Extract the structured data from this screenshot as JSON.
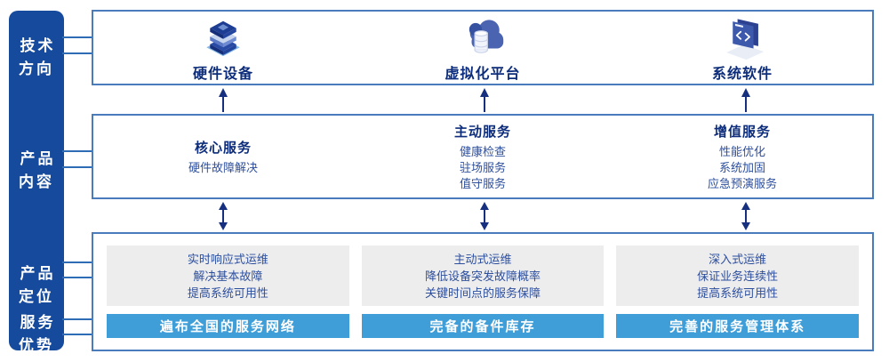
{
  "colors": {
    "sidebar": "#154a9c",
    "connector_line": "#2e6cb6",
    "box_border": "#4a7cbd",
    "title_text": "#0d2d7b",
    "body_text": "#2d4f9e",
    "advantage_bar": "#3f9ed8",
    "positioning_gray": "#ededee",
    "arrow": "#16307f"
  },
  "sidebar": {
    "labels": [
      "技术\n方向",
      "产品\n内容",
      "产品\n定位",
      "服务\n优势"
    ]
  },
  "tech_row": {
    "items": [
      {
        "icon": "server-stack-icon",
        "label": "硬件设备"
      },
      {
        "icon": "cloud-database-icon",
        "label": "虚拟化平台"
      },
      {
        "icon": "code-window-icon",
        "label": "系统软件"
      }
    ]
  },
  "content_row": {
    "columns": [
      {
        "title": "核心服务",
        "items": [
          "硬件故障解决"
        ]
      },
      {
        "title": "主动服务",
        "items": [
          "健康检查",
          "驻场服务",
          "值守服务"
        ]
      },
      {
        "title": "增值服务",
        "items": [
          "性能优化",
          "系统加固",
          "应急预演服务"
        ]
      }
    ]
  },
  "bottom_row": {
    "columns": [
      {
        "positioning": "实时响应式运维\n解决基本故障\n提高系统可用性",
        "advantage": "遍布全国的服务网络"
      },
      {
        "positioning": "主动式运维\n降低设备突发故障概率\n关键时间点的服务保障",
        "advantage": "完备的备件库存"
      },
      {
        "positioning": "深入式运维\n保证业务连续性\n提高系统可用性",
        "advantage": "完善的服务管理体系"
      }
    ]
  }
}
